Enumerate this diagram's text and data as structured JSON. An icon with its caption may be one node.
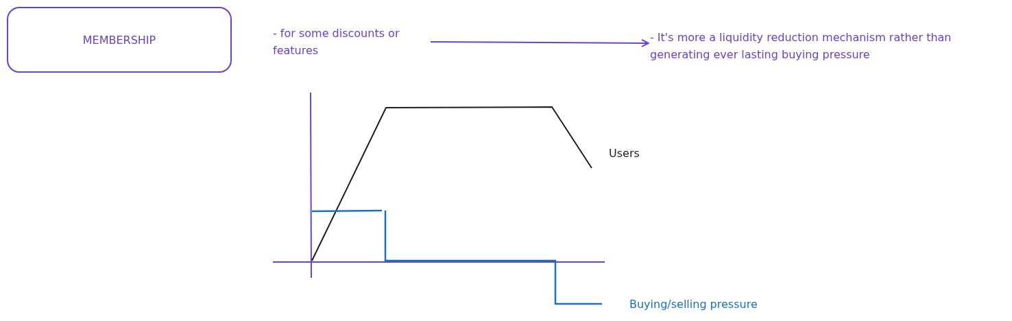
{
  "diagram": {
    "nodes": [
      {
        "text": [
          "MEMBERSHIP"
        ]
      },
      {
        "text": [
          "- for some discounts or features"
        ]
      },
      {
        "text": [
          "- It's more a liquidity reduction mechanism rather than generating ever lasting buying pressure"
        ]
      }
    ],
    "edges": [
      {
        "from": 1,
        "to": 2,
        "arrow": "to"
      }
    ],
    "labels": [
      "Users",
      "Buying/selling pressure"
    ]
  }
}
